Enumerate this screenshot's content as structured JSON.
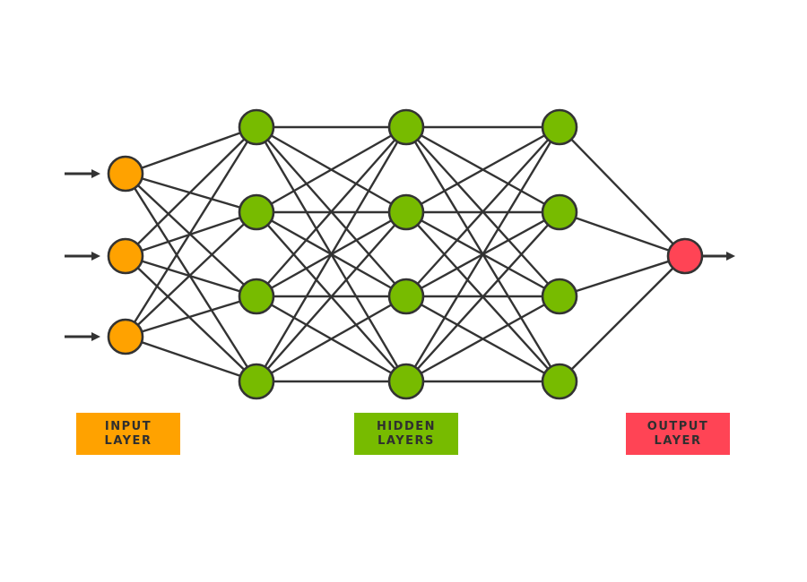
{
  "diagram": {
    "layers": [
      {
        "name": "input",
        "nodes": 3,
        "color": "#FFA200"
      },
      {
        "name": "hidden-1",
        "nodes": 4,
        "color": "#77BB00"
      },
      {
        "name": "hidden-2",
        "nodes": 4,
        "color": "#77BB00"
      },
      {
        "name": "hidden-3",
        "nodes": 4,
        "color": "#77BB00"
      },
      {
        "name": "output",
        "nodes": 1,
        "color": "#FF4455"
      }
    ],
    "connectivity": "fully-connected",
    "input_arrows": 3,
    "output_arrows": 1,
    "line_color": "#333333",
    "node_border_color": "#333333"
  },
  "legend": {
    "input": {
      "line1": "INPUT",
      "line2": "LAYER",
      "color": "#FFA200"
    },
    "hidden": {
      "line1": "HIDDEN",
      "line2": "LAYERS",
      "color": "#77BB00"
    },
    "output": {
      "line1": "OUTPUT",
      "line2": "LAYER",
      "color": "#FF4455"
    }
  }
}
